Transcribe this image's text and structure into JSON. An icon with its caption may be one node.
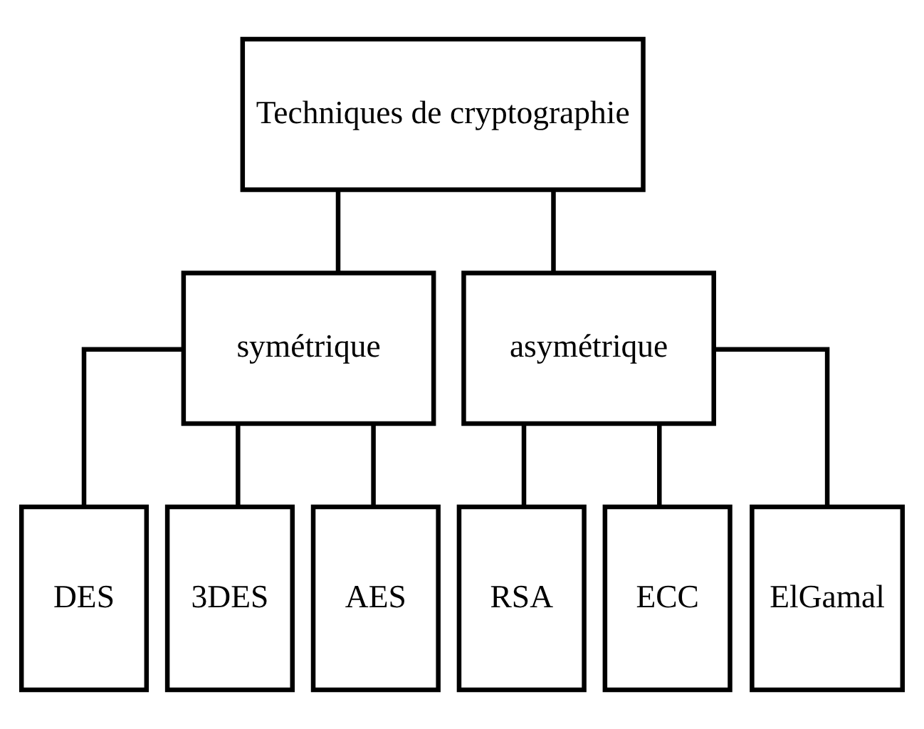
{
  "diagram": {
    "nodes": [
      {
        "text": [
          "Techniques de cryptographie"
        ]
      },
      {
        "text": [
          "symétrique"
        ]
      },
      {
        "text": [
          "asymétrique"
        ]
      },
      {
        "text": [
          "DES"
        ]
      },
      {
        "text": [
          "3DES"
        ]
      },
      {
        "text": [
          "AES"
        ]
      },
      {
        "text": [
          "RSA"
        ]
      },
      {
        "text": [
          "ECC"
        ]
      },
      {
        "text": [
          "ElGamal"
        ]
      }
    ],
    "edges": [
      {
        "from": 0,
        "to": 1,
        "arrow": "none"
      },
      {
        "from": 0,
        "to": 2,
        "arrow": "none"
      },
      {
        "from": 1,
        "to": 3,
        "arrow": "none"
      },
      {
        "from": 1,
        "to": 4,
        "arrow": "none"
      },
      {
        "from": 1,
        "to": 5,
        "arrow": "none"
      },
      {
        "from": 2,
        "to": 6,
        "arrow": "none"
      },
      {
        "from": 2,
        "to": 7,
        "arrow": "none"
      },
      {
        "from": 2,
        "to": 8,
        "arrow": "none"
      }
    ]
  }
}
